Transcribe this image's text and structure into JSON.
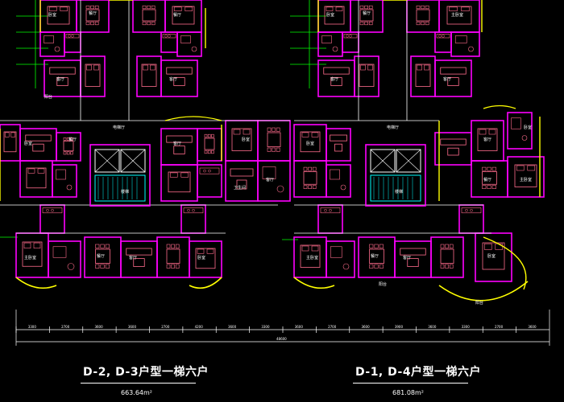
{
  "drawing": {
    "caption_left": "D-2, D-3户型一梯六户",
    "area_left": "663.64m²",
    "caption_right": "D-1, D-4户型一梯六户",
    "area_right": "681.08m²"
  },
  "room_labels": [
    "卧室",
    "客厅",
    "餐厅",
    "厨房",
    "卫生间",
    "主卧室",
    "阳台",
    "电梯厅",
    "楼梯"
  ],
  "dimensions": {
    "segments": [
      "3300",
      "2700",
      "3600",
      "3600",
      "2700",
      "4200",
      "3600",
      "3300",
      "3600",
      "2700",
      "3600",
      "3900",
      "3600",
      "3300",
      "2700",
      "3600"
    ],
    "total": "48600"
  },
  "colors": {
    "background": "#000000",
    "wall": "#ff00ff",
    "furniture": "#ff6c8c",
    "window": "#ffff00",
    "axis": "#00ff00",
    "structure": "#ffffff",
    "hatch": "#00ffff"
  }
}
